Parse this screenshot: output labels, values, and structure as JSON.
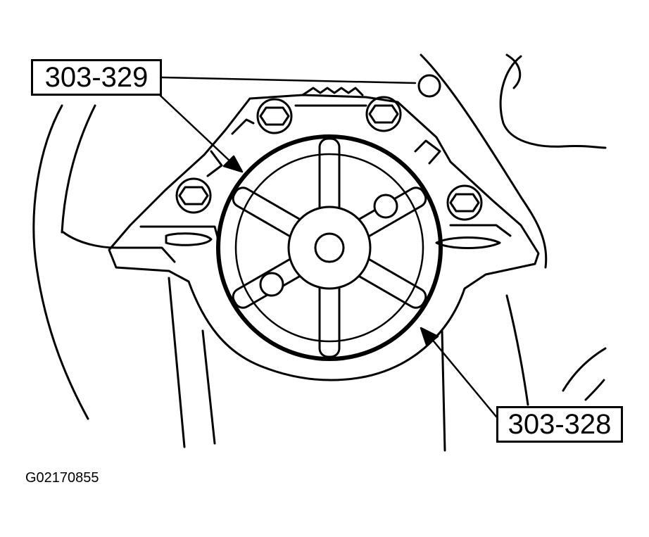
{
  "diagram": {
    "callouts": [
      {
        "label": "303-329"
      },
      {
        "label": "303-328"
      }
    ],
    "figure_id": "G02170855"
  },
  "colors": {
    "line": "#000000",
    "background": "#ffffff"
  }
}
